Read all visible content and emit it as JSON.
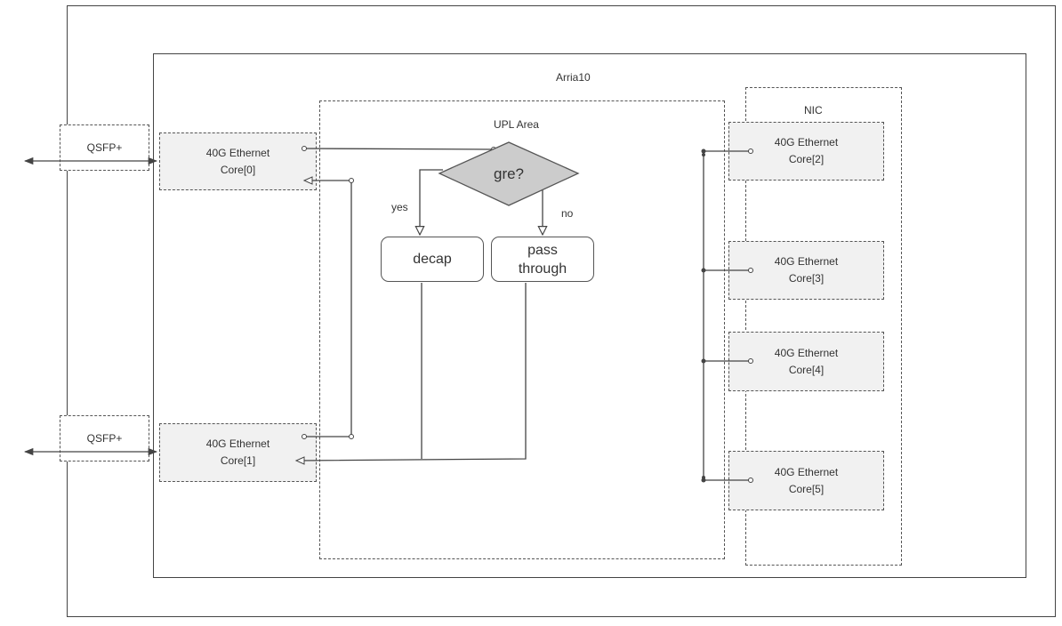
{
  "labels": {
    "arria": "Arria10",
    "upl": "UPL Area",
    "nic": "NIC",
    "qsfp_0": "QSFP+",
    "qsfp_1": "QSFP+",
    "yes": "yes",
    "no": "no",
    "decision": "gre?",
    "decap": "decap",
    "pass_line1": "pass",
    "pass_line2": "through"
  },
  "cores": [
    {
      "line1": "40G Ethernet",
      "line2": "Core[0]"
    },
    {
      "line1": "40G Ethernet",
      "line2": "Core[1]"
    },
    {
      "line1": "40G Ethernet",
      "line2": "Core[2]"
    },
    {
      "line1": "40G Ethernet",
      "line2": "Core[3]"
    },
    {
      "line1": "40G Ethernet",
      "line2": "Core[4]"
    },
    {
      "line1": "40G Ethernet",
      "line2": "Core[5]"
    }
  ],
  "colors": {
    "line": "#444444",
    "core_fill": "#f1f1f1",
    "decision_fill": "#cccccc"
  }
}
